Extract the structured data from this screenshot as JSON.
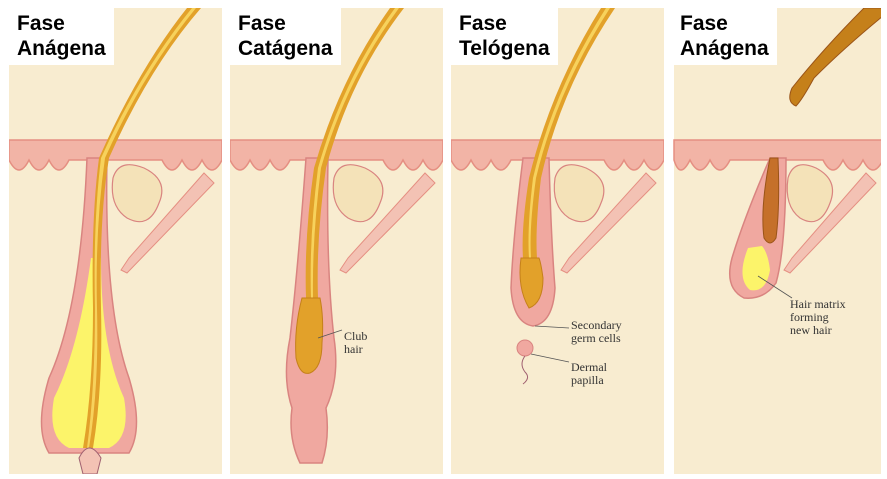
{
  "panels": [
    {
      "title": "Fase\nAnágena"
    },
    {
      "title": "Fase\nCatágena",
      "labels": {
        "club_hair": "Club\nhair"
      }
    },
    {
      "title": "Fase\nTelógena",
      "labels": {
        "secondary_germ_cells": "Secondary\ngerm cells",
        "dermal_papilla": "Dermal\npapilla"
      }
    },
    {
      "title": "Fase\nAnágena",
      "labels": {
        "hair_matrix": "Hair matrix\nforming\nnew hair"
      }
    }
  ],
  "colors": {
    "background": "#f8ecd0",
    "skin_surface": "#f2b4a6",
    "skin_edge": "#e58f82",
    "follicle": "#f0a8a0",
    "hair_shaft": "#e2a12a",
    "hair_core": "#f7d25c",
    "bulb_glow": "#fcf46a",
    "gland": "#f4e2b8"
  }
}
